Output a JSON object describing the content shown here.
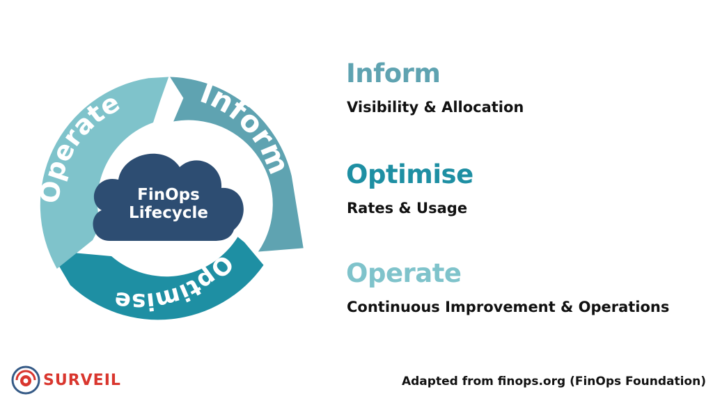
{
  "colors": {
    "inform": "#5fa3b1",
    "optimise": "#1e8fa3",
    "operate": "#7fc3cb",
    "cloud": "#2d4d72",
    "text_dark": "#111111",
    "brand_red": "#d9362e",
    "brand_blue": "#355a86"
  },
  "diagram": {
    "segments": [
      {
        "name": "Inform"
      },
      {
        "name": "Optimise"
      },
      {
        "name": "Operate"
      }
    ],
    "center_line1": "FinOps",
    "center_line2": "Lifecycle"
  },
  "phases": [
    {
      "title": "Inform",
      "subtitle": "Visibility & Allocation"
    },
    {
      "title": "Optimise",
      "subtitle": "Rates & Usage"
    },
    {
      "title": "Operate",
      "subtitle": "Continuous Improvement & Operations"
    }
  ],
  "footer": {
    "brand": "SURVEIL",
    "logo_icon": "surveil-eye-icon",
    "credit": "Adapted from finops.org (FinOps Foundation)"
  }
}
